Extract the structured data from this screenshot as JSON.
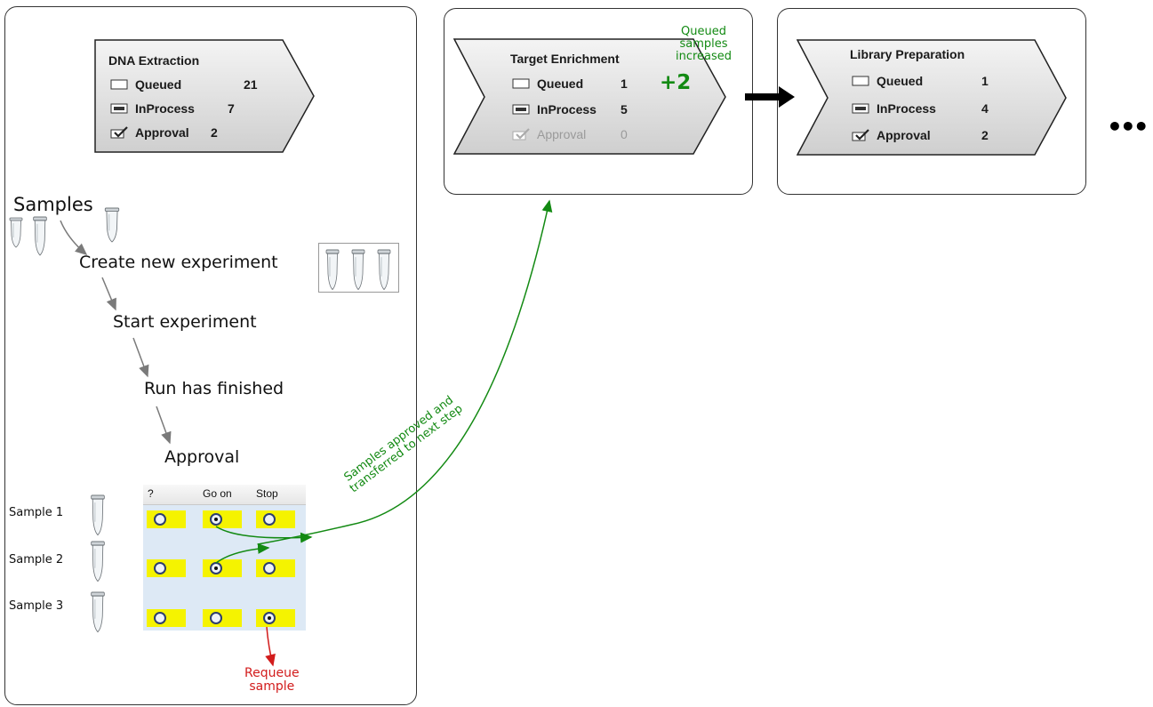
{
  "steps": [
    {
      "title": "DNA Extraction",
      "rows": [
        {
          "label": "Queued",
          "count": "21"
        },
        {
          "label": "InProcess",
          "count": "7"
        },
        {
          "label": "Approval",
          "count": "2"
        }
      ]
    },
    {
      "title": "Target Enrichment",
      "rows": [
        {
          "label": "Queued",
          "count": "1"
        },
        {
          "label": "InProcess",
          "count": "5"
        },
        {
          "label": "Approval",
          "count": "0"
        }
      ],
      "increment": "+2"
    },
    {
      "title": "Library Preparation",
      "rows": [
        {
          "label": "Queued",
          "count": "1"
        },
        {
          "label": "InProcess",
          "count": "4"
        },
        {
          "label": "Approval",
          "count": "2"
        }
      ]
    }
  ],
  "notes": {
    "queued_increased": [
      "Queued",
      "samples",
      "increased"
    ],
    "approved_transferred": [
      "Samples approved and",
      "transferred to next step"
    ],
    "requeue": [
      "Requeue",
      "sample"
    ]
  },
  "flow": {
    "samples": "Samples",
    "create": "Create new experiment",
    "start": "Start experiment",
    "finished": "Run has finished",
    "approval": "Approval"
  },
  "grid": {
    "headers": [
      "?",
      "Go on",
      "Stop"
    ],
    "samples": [
      "Sample 1",
      "Sample 2",
      "Sample 3"
    ],
    "selected": [
      "Go on",
      "Go on",
      "Stop"
    ]
  },
  "more": "•••",
  "colors": {
    "green": "#138a13",
    "red": "#d21c1c",
    "highlight": "#f5f300",
    "grid_bg": "#dde9f5"
  }
}
